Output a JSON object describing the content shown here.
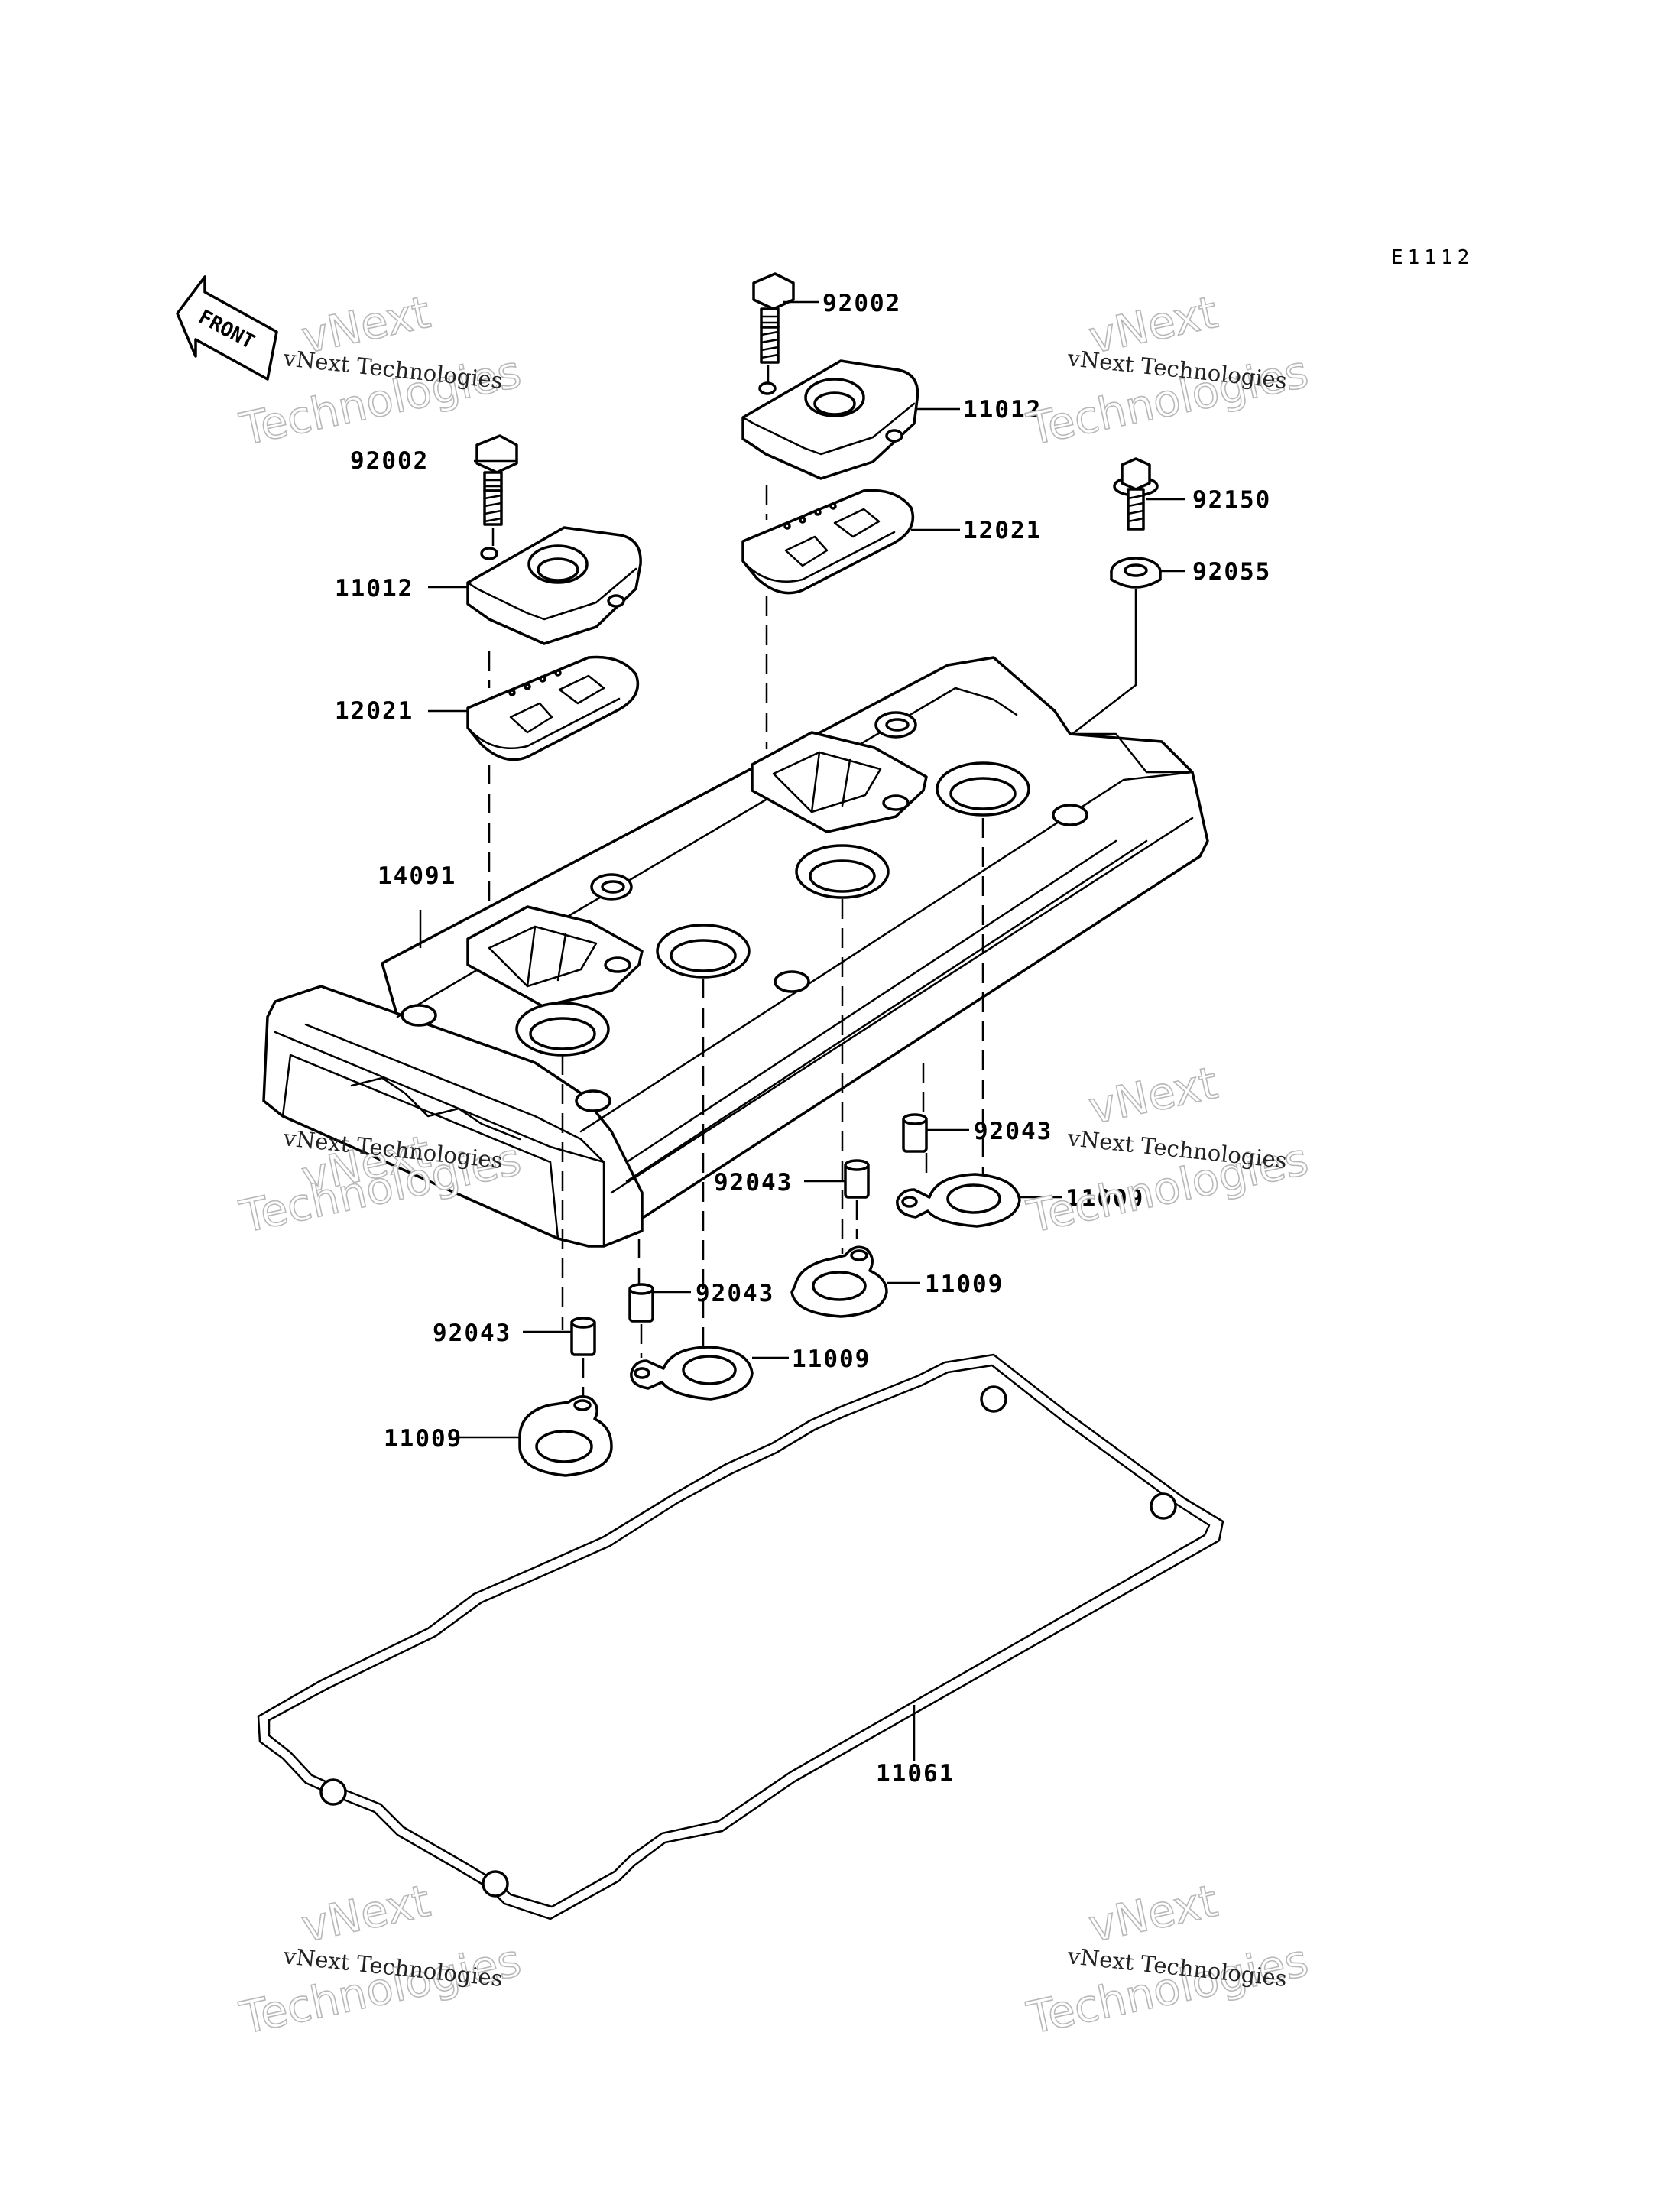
{
  "diagram_code": "E1112",
  "front_label": "FRONT",
  "parts": {
    "bolt_left": "92002",
    "bolt_right": "92002",
    "cap_left": "11012",
    "cap_right": "11012",
    "breather_plate_left": "12021",
    "breather_plate_right": "12021",
    "bolt_special": "92150",
    "grommet": "92055",
    "cylinder_head_cover": "14091",
    "dowel_1": "92043",
    "dowel_2": "92043",
    "dowel_3": "92043",
    "dowel_4": "92043",
    "gasket_1": "11009",
    "gasket_2": "11009",
    "gasket_3": "11009",
    "gasket_4": "11009",
    "head_cover_gasket": "11061"
  },
  "watermark": {
    "line1": "vNext Technologies",
    "big_top": "vNext",
    "big_bottom": "Technologies"
  }
}
